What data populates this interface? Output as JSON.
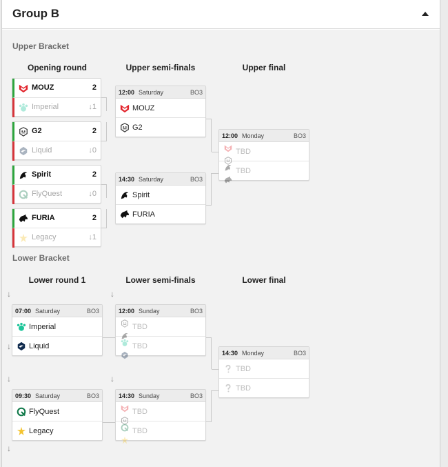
{
  "group": {
    "title": "Group B"
  },
  "upper": {
    "title": "Upper Bracket",
    "rounds": [
      "Opening round",
      "Upper semi-finals",
      "Upper final"
    ],
    "opening": [
      {
        "t1": "MOUZ",
        "s1": "2",
        "t2": "Imperial",
        "s2": "↓1"
      },
      {
        "t1": "G2",
        "s1": "2",
        "t2": "Liquid",
        "s2": "↓0"
      },
      {
        "t1": "Spirit",
        "s1": "2",
        "t2": "FlyQuest",
        "s2": "↓0"
      },
      {
        "t1": "FURIA",
        "s1": "2",
        "t2": "Legacy",
        "s2": "↓1"
      }
    ],
    "semis": [
      {
        "time": "12:00",
        "day": "Saturday",
        "format": "BO3",
        "t1": "MOUZ",
        "t2": "G2"
      },
      {
        "time": "14:30",
        "day": "Saturday",
        "format": "BO3",
        "t1": "Spirit",
        "t2": "FURIA"
      }
    ],
    "final": {
      "time": "12:00",
      "day": "Monday",
      "format": "BO3",
      "t1": "TBD",
      "t2": "TBD"
    }
  },
  "lower": {
    "title": "Lower Bracket",
    "rounds": [
      "Lower round 1",
      "Lower semi-finals",
      "Lower final"
    ],
    "r1": [
      {
        "time": "07:00",
        "day": "Saturday",
        "format": "BO3",
        "t1": "Imperial",
        "t2": "Liquid"
      },
      {
        "time": "09:30",
        "day": "Saturday",
        "format": "BO3",
        "t1": "FlyQuest",
        "t2": "Legacy"
      }
    ],
    "semis": [
      {
        "time": "12:00",
        "day": "Sunday",
        "format": "BO3",
        "t1": "TBD",
        "t2": "TBD"
      },
      {
        "time": "14:30",
        "day": "Sunday",
        "format": "BO3",
        "t1": "TBD",
        "t2": "TBD"
      }
    ],
    "final": {
      "time": "14:30",
      "day": "Monday",
      "format": "BO3",
      "t1": "TBD",
      "t2": "TBD"
    }
  },
  "colors": {
    "win": "#2da53d",
    "lose": "#d6343a",
    "mouz": "#e2232b",
    "imperial": "#1ec59a",
    "flyquest": "#11794a",
    "legacy": "#f4c430",
    "liquid": "#0f2a4d"
  },
  "icons": [
    "mouz-logo-icon",
    "imperial-logo-icon",
    "g2-logo-icon",
    "liquid-logo-icon",
    "spirit-logo-icon",
    "flyquest-logo-icon",
    "furia-logo-icon",
    "legacy-logo-icon",
    "question-icon",
    "down-arrow-icon",
    "collapse-caret-icon"
  ]
}
